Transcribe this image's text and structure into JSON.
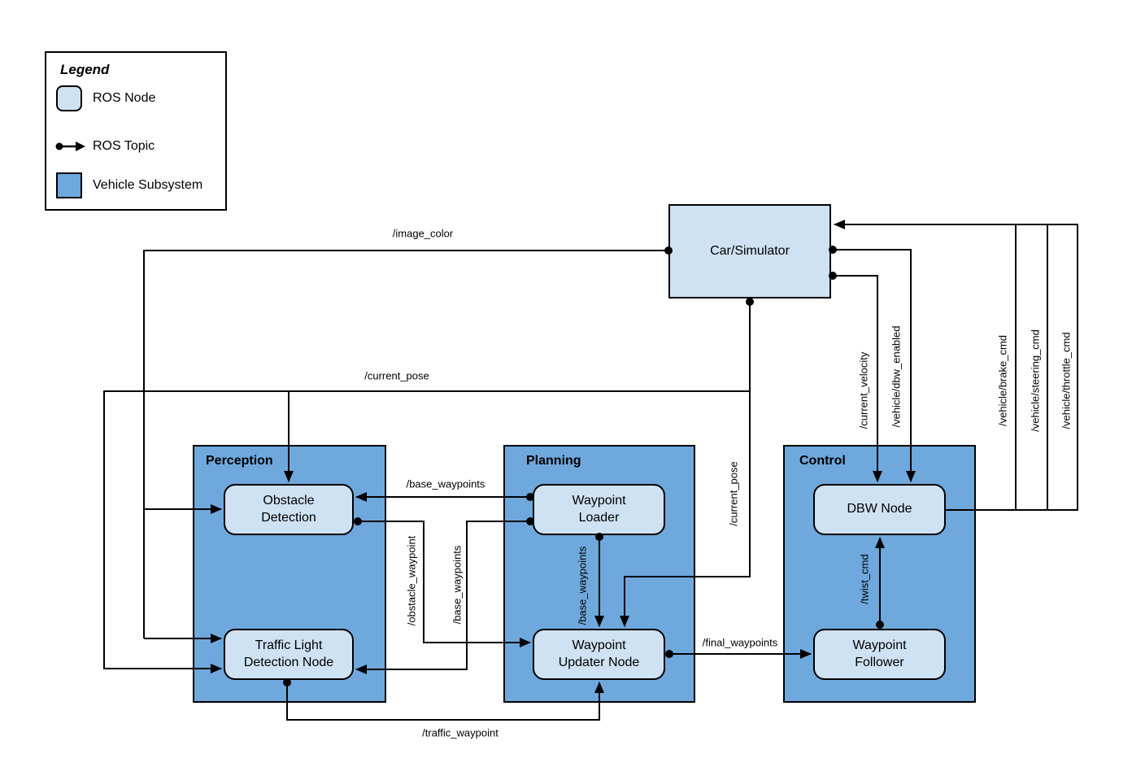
{
  "legend": {
    "title": "Legend",
    "items": [
      {
        "label": "ROS Node",
        "swatch": "ros-node",
        "color": "#cfe2f3"
      },
      {
        "label": "ROS Topic",
        "swatch": "ros-topic"
      },
      {
        "label": "Vehicle Subsystem",
        "swatch": "vehicle-subsystem",
        "color": "#6fa8dc"
      }
    ]
  },
  "subsystems": {
    "perception": "Perception",
    "planning": "Planning",
    "control": "Control"
  },
  "nodes": {
    "car_simulator": "Car/Simulator",
    "obstacle_detection": "Obstacle\nDetection",
    "traffic_light_detection": "Traffic Light\nDetection Node",
    "waypoint_loader": "Waypoint\nLoader",
    "waypoint_updater": "Waypoint\nUpdater Node",
    "dbw_node": "DBW Node",
    "waypoint_follower": "Waypoint\nFollower"
  },
  "topics": {
    "image_color": "/image_color",
    "current_pose": "/current_pose",
    "base_waypoints": "/base_waypoints",
    "obstacle_waypoint": "/obstacle_waypoint",
    "traffic_waypoint": "/traffic_waypoint",
    "final_waypoints": "/final_waypoints",
    "twist_cmd": "/twist_cmd",
    "current_velocity": "/current_velocity",
    "dbw_enabled": "/vehicle/dbw_enabled",
    "brake_cmd": "/vehicle/brake_cmd",
    "steering_cmd": "/vehicle/steering_cmd",
    "throttle_cmd": "/vehicle/throttle_cmd"
  },
  "edges": [
    {
      "from": "Car/Simulator",
      "topic": "/image_color",
      "to": "Obstacle Detection"
    },
    {
      "from": "Car/Simulator",
      "topic": "/image_color",
      "to": "Traffic Light Detection Node"
    },
    {
      "from": "Car/Simulator",
      "topic": "/current_pose",
      "to": "Obstacle Detection"
    },
    {
      "from": "Car/Simulator",
      "topic": "/current_pose",
      "to": "Traffic Light Detection Node"
    },
    {
      "from": "Car/Simulator",
      "topic": "/current_pose",
      "to": "Waypoint Updater Node"
    },
    {
      "from": "Waypoint Loader",
      "topic": "/base_waypoints",
      "to": "Obstacle Detection"
    },
    {
      "from": "Waypoint Loader",
      "topic": "/base_waypoints",
      "to": "Traffic Light Detection Node"
    },
    {
      "from": "Waypoint Loader",
      "topic": "/base_waypoints",
      "to": "Waypoint Updater Node"
    },
    {
      "from": "Obstacle Detection",
      "topic": "/obstacle_waypoint",
      "to": "Waypoint Updater Node"
    },
    {
      "from": "Traffic Light Detection Node",
      "topic": "/traffic_waypoint",
      "to": "Waypoint Updater Node"
    },
    {
      "from": "Waypoint Updater Node",
      "topic": "/final_waypoints",
      "to": "Waypoint Follower"
    },
    {
      "from": "Waypoint Follower",
      "topic": "/twist_cmd",
      "to": "DBW Node"
    },
    {
      "from": "Car/Simulator",
      "topic": "/current_velocity",
      "to": "DBW Node"
    },
    {
      "from": "Car/Simulator",
      "topic": "/vehicle/dbw_enabled",
      "to": "DBW Node"
    },
    {
      "from": "DBW Node",
      "topic": "/vehicle/brake_cmd",
      "to": "Car/Simulator"
    },
    {
      "from": "DBW Node",
      "topic": "/vehicle/steering_cmd",
      "to": "Car/Simulator"
    },
    {
      "from": "DBW Node",
      "topic": "/vehicle/throttle_cmd",
      "to": "Car/Simulator"
    }
  ],
  "colors": {
    "node_fill": "#cfe2f3",
    "subsystem_fill": "#6fa8dc",
    "line": "#000000",
    "background": "#ffffff"
  }
}
